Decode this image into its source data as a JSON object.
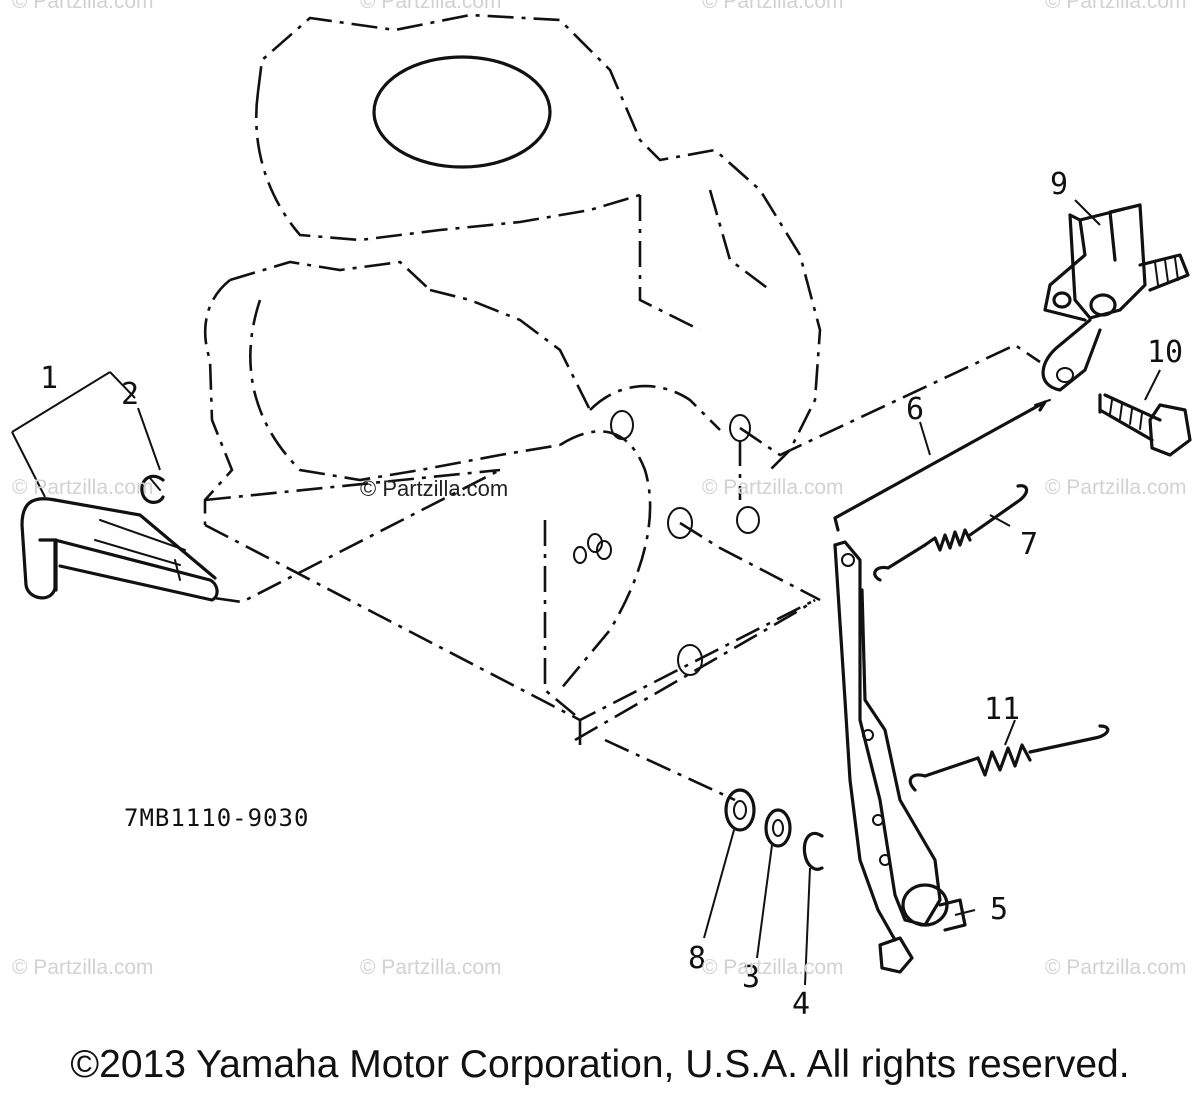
{
  "diagram": {
    "code": "7MB1110-9030",
    "copyright": "©2013 Yamaha Motor Corporation, U.S.A. All rights reserved.",
    "watermark": "© Partzilla.com",
    "callouts": {
      "c1": "1",
      "c2": "2",
      "c3": "3",
      "c4": "4",
      "c5": "5",
      "c6": "6",
      "c7": "7",
      "c8": "8",
      "c9": "9",
      "c10": "10",
      "c11": "11"
    }
  }
}
